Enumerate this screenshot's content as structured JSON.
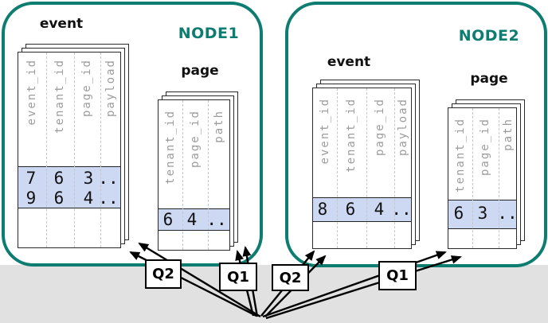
{
  "nodes": [
    {
      "label": "NODE1",
      "tables": [
        {
          "title": "event",
          "columns": [
            "event_id",
            "tenant_id",
            "page_id",
            "payload"
          ],
          "rows": [
            [
              "7",
              "6",
              "3",
              ".."
            ],
            [
              "9",
              "6",
              "4",
              ".."
            ]
          ]
        },
        {
          "title": "page",
          "columns": [
            "tenant_id",
            "page_id",
            "path"
          ],
          "rows": [
            [
              "6",
              "4",
              ".."
            ]
          ]
        }
      ]
    },
    {
      "label": "NODE2",
      "tables": [
        {
          "title": "event",
          "columns": [
            "event_id",
            "tenant_id",
            "page_id",
            "payload"
          ],
          "rows": [
            [
              "8",
              "6",
              "4",
              ".."
            ]
          ]
        },
        {
          "title": "page",
          "columns": [
            "tenant_id",
            "page_id",
            "path"
          ],
          "rows": [
            [
              "6",
              "3",
              ".."
            ]
          ]
        }
      ]
    }
  ],
  "queries": [
    {
      "label": "Q2"
    },
    {
      "label": "Q1"
    },
    {
      "label": "Q2"
    },
    {
      "label": "Q1"
    }
  ],
  "colors": {
    "node_border": "#0c7d70",
    "row_highlight": "#cdd8f3",
    "background_band": "#e1e1e1",
    "column_header_text": "#9c9c9c"
  }
}
